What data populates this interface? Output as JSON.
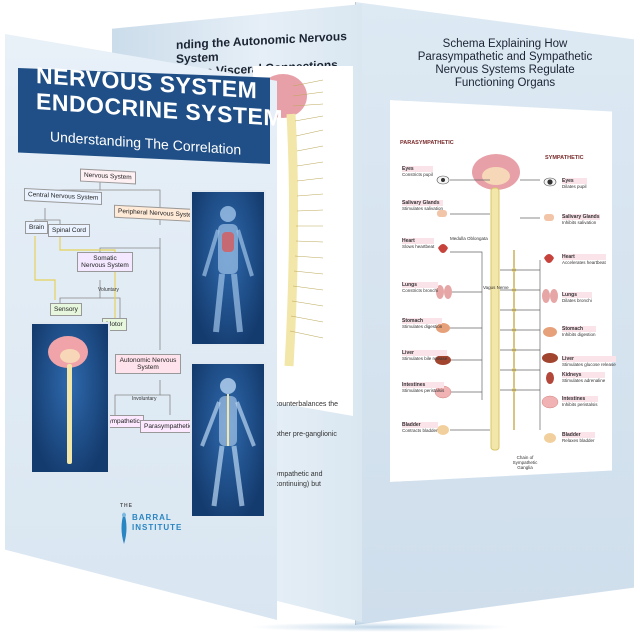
{
  "left_panel": {
    "title_line1": "NERVOUS SYSTEM",
    "title_line2": "ENDOCRINE SYSTEM",
    "subtitle": "Understanding The Correlation",
    "diagram": {
      "nervous_system": "Nervous System",
      "central": "Central Nervous System",
      "peripheral": "Peripheral Nervous System",
      "brain": "Brain",
      "spinal_cord": "Spinal Cord",
      "somatic": "Somatic Nervous System",
      "voluntary": "Voluntary",
      "sensory": "Sensory",
      "motor": "Motor",
      "autonomic": "Autonomic Nervous System",
      "involuntary": "Involuntary",
      "sympathetic": "Sympathetic",
      "parasympathetic": "Parasympathetic"
    },
    "logo_the": "THE",
    "logo_name": "BARRAL INSTITUTE"
  },
  "middle_panel": {
    "title_line1": "nding the Autonomic Nervous System",
    "title_line2": "s Visceral Connections",
    "body_1": "counterbalances the",
    "body_2": "other pre-ganglionic",
    "body_3": "ympathetic and",
    "body_4": "continuing) but"
  },
  "right_panel": {
    "title_line1": "Schema Explaining How",
    "title_line2": "Parasympathetic and Sympathetic",
    "title_line3": "Nervous Systems Regulate",
    "title_line4": "Functioning Organs",
    "para_label": "PARASYMPATHETIC",
    "sym_label": "SYMPATHETIC",
    "para_organs": [
      {
        "name": "Eyes",
        "effect": "Constricts pupil"
      },
      {
        "name": "Salivary Glands",
        "effect": "Stimulates salivation"
      },
      {
        "name": "Heart",
        "effect": "Slows heartbeat"
      },
      {
        "name": "Lungs",
        "effect": "Constricts bronchi"
      },
      {
        "name": "Stomach",
        "effect": "Stimulates digestion"
      },
      {
        "name": "Liver",
        "effect": "Stimulates bile release"
      },
      {
        "name": "Intestines",
        "effect": "Stimulates peristalsis"
      },
      {
        "name": "Bladder",
        "effect": "Contracts bladder"
      }
    ],
    "sym_organs": [
      {
        "name": "Eyes",
        "effect": "Dilates pupil"
      },
      {
        "name": "Salivary Glands",
        "effect": "Inhibits salivation"
      },
      {
        "name": "Heart",
        "effect": "Accelerates heartbeat"
      },
      {
        "name": "Lungs",
        "effect": "Dilates bronchi"
      },
      {
        "name": "Stomach",
        "effect": "Inhibits digestion"
      },
      {
        "name": "Liver",
        "effect": "Stimulates glucose release"
      },
      {
        "name": "Kidneys",
        "effect": "Stimulates adrenaline"
      },
      {
        "name": "Intestines",
        "effect": "Inhibits peristalsis"
      },
      {
        "name": "Bladder",
        "effect": "Relaxes bladder"
      }
    ],
    "center_labels": {
      "medulla": "Medulla Oblongata",
      "vagus": "Vagus Nerve",
      "chain": "Chain of Sympathetic Ganglia"
    }
  },
  "colors": {
    "banner": "#1f4f86",
    "panel": "#dfe9f3",
    "spine": "#f2e6a8",
    "brain": "#e8a0a8"
  }
}
